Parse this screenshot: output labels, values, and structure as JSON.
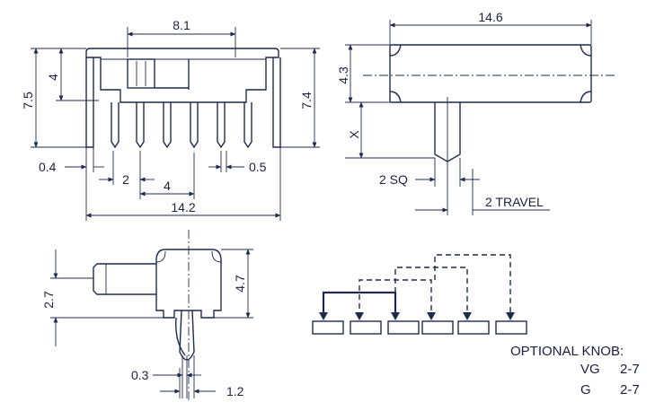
{
  "colors": {
    "ink": "#1f2a4f",
    "paper": "#ffffff"
  },
  "front_view": {
    "dim_top": "8.1",
    "dim_left_outer": "7.5",
    "dim_left_inner": "4",
    "dim_right": "7.4",
    "dim_pin_thickness": "0.4",
    "dim_pin_pitch": "2",
    "dim_pin_width": "0.5",
    "dim_pin_span": "4",
    "dim_overall": "14.2"
  },
  "top_view": {
    "dim_length": "14.6",
    "dim_height": "4.3",
    "dim_actuator": "X",
    "dim_square": "2 SQ",
    "travel": "2 TRAVEL"
  },
  "side_view": {
    "dim_actuator_height": "2.7",
    "dim_body_height": "4.7",
    "dim_pin_thickness": "0.3",
    "dim_pin_width": "1.2"
  },
  "knob_options": {
    "title": "OPTIONAL KNOB:",
    "rows": [
      {
        "code": "VG",
        "range": "2-7"
      },
      {
        "code": "G",
        "range": "2-7"
      }
    ]
  }
}
